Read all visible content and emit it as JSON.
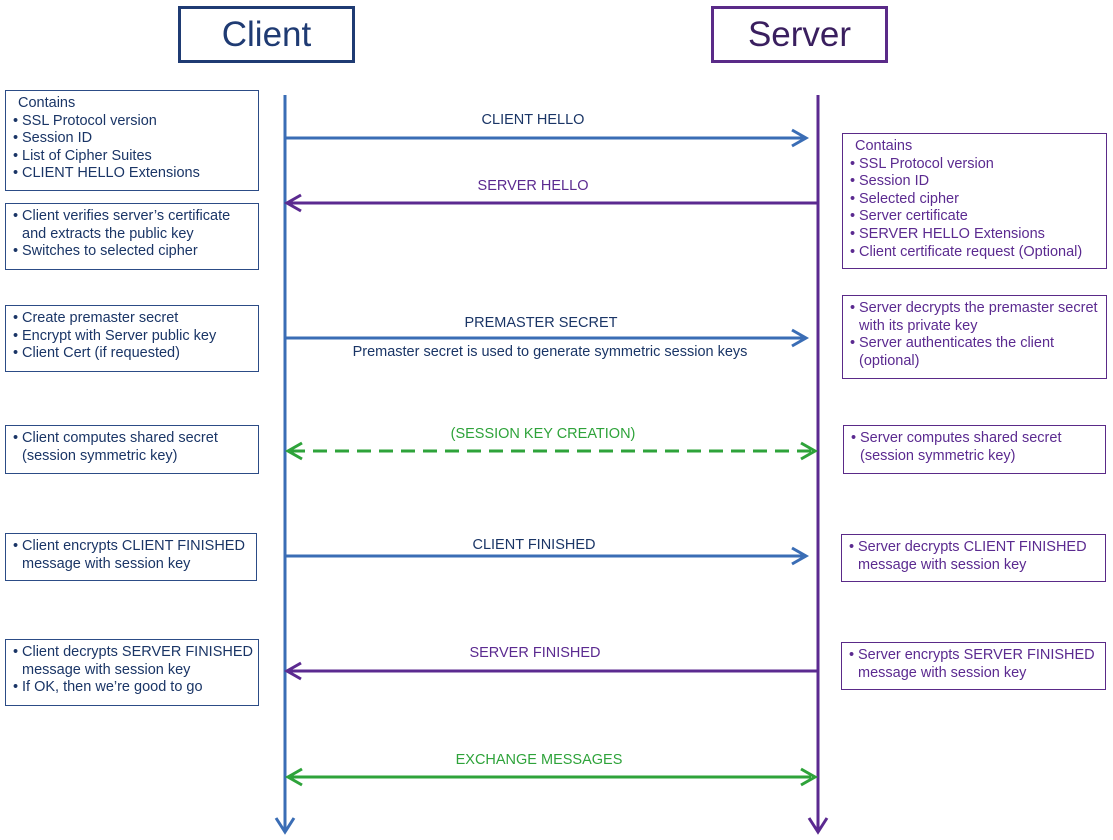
{
  "participants": {
    "client": "Client",
    "server": "Server"
  },
  "colors": {
    "client": "#3a6db5",
    "server": "#5b2a90",
    "session": "#2ea33a",
    "text_dark": "#1a3566"
  },
  "client_notes": [
    {
      "caption": "Contains",
      "items": [
        "SSL Protocol version",
        "Session ID",
        "List of Cipher Suites",
        "CLIENT HELLO Extensions"
      ]
    },
    {
      "caption": "",
      "items": [
        "Client verifies server’s certificate and extracts the public key",
        "Switches to selected cipher"
      ]
    },
    {
      "caption": "",
      "items": [
        "Create premaster secret",
        "Encrypt with Server public key",
        "Client Cert (if requested)"
      ]
    },
    {
      "caption": "",
      "items": [
        "Client computes shared secret (session symmetric key)"
      ]
    },
    {
      "caption": "",
      "items": [
        "Client encrypts CLIENT FINISHED message with session key"
      ]
    },
    {
      "caption": "",
      "items": [
        "Client decrypts SERVER FINISHED message with session key",
        "If OK, then we’re good to go"
      ]
    }
  ],
  "server_notes": [
    {
      "caption": "Contains",
      "items": [
        "SSL Protocol version",
        "Session ID",
        "Selected cipher",
        "Server certificate",
        "SERVER HELLO Extensions",
        "Client certificate request (Optional)"
      ]
    },
    {
      "caption": "",
      "items": [
        "Server decrypts the premaster secret with its private key",
        "Server authenticates the client (optional)"
      ]
    },
    {
      "caption": "",
      "items": [
        "Server computes shared secret (session symmetric key)"
      ]
    },
    {
      "caption": "",
      "items": [
        "Server decrypts CLIENT FINISHED message with session key"
      ]
    },
    {
      "caption": "",
      "items": [
        "Server encrypts SERVER FINISHED message with session key"
      ]
    }
  ],
  "messages": [
    {
      "label": "CLIENT HELLO",
      "direction": "to-server",
      "style": "client"
    },
    {
      "label": "SERVER HELLO",
      "direction": "to-client",
      "style": "server"
    },
    {
      "label": "PREMASTER SECRET",
      "direction": "to-server",
      "style": "client",
      "sublabel": "Premaster secret is used to generate symmetric session keys"
    },
    {
      "label": "(SESSION KEY CREATION)",
      "direction": "both",
      "style": "session",
      "dashed": true
    },
    {
      "label": "CLIENT FINISHED",
      "direction": "to-server",
      "style": "client"
    },
    {
      "label": "SERVER FINISHED",
      "direction": "to-client",
      "style": "server"
    },
    {
      "label": "EXCHANGE MESSAGES",
      "direction": "both",
      "style": "session"
    }
  ]
}
